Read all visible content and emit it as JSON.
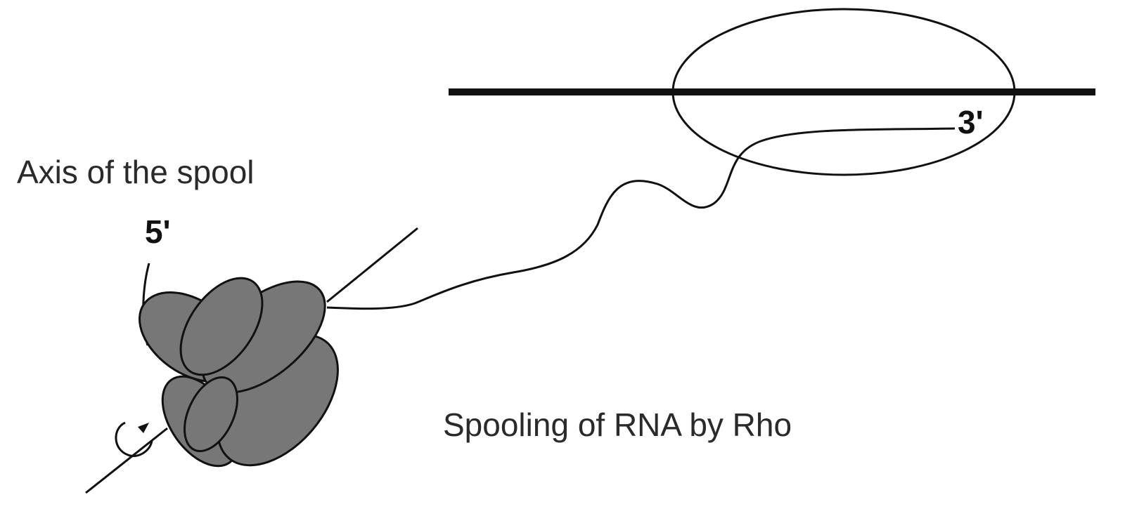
{
  "labels": {
    "axis": "Axis of the spool",
    "caption": "Spooling of RNA by Rho",
    "five_prime": "5'",
    "three_prime": "3'"
  },
  "colors": {
    "background": "#ffffff",
    "line": "#111111",
    "subunit_fill": "#777777"
  },
  "icons": {
    "rotation": "curved-rotation-arrow-icon"
  }
}
